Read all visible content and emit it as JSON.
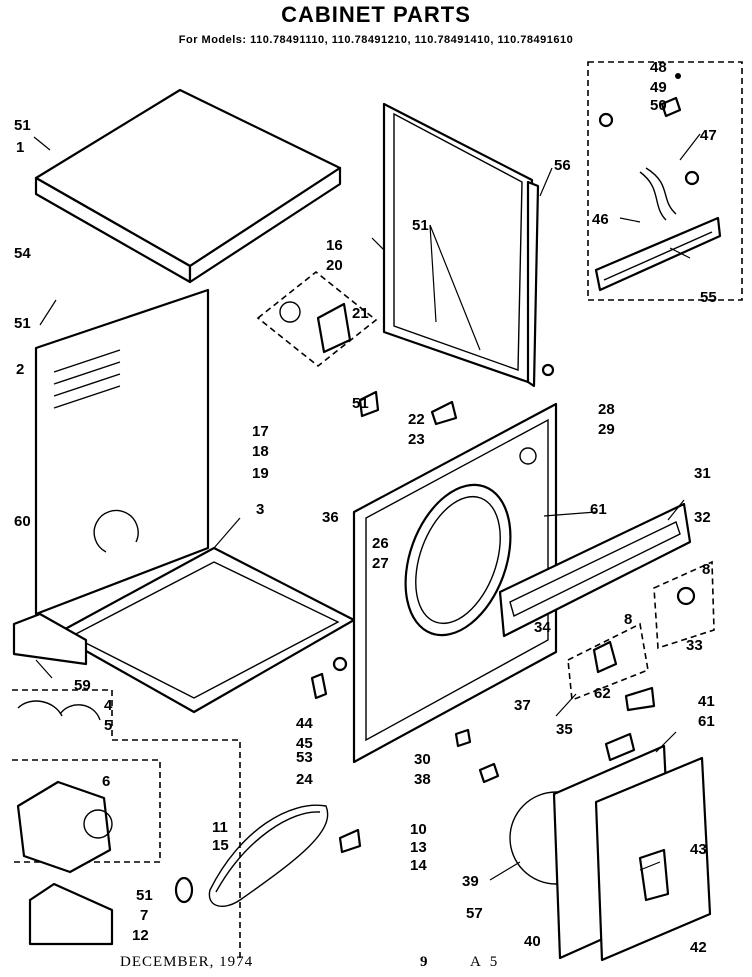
{
  "header": {
    "title": "CABINET PARTS",
    "models": "For Models: 110.78491110, 110.78491210, 110.78491410, 110.78491610"
  },
  "footer": {
    "date": "DECEMBER, 1974",
    "page_number": "9",
    "sheet_code": "A 5"
  },
  "callouts": [
    {
      "label": "48"
    },
    {
      "label": "49"
    },
    {
      "label": "50"
    },
    {
      "label": "47"
    },
    {
      "label": "46"
    },
    {
      "label": "55"
    },
    {
      "label": "51"
    },
    {
      "label": "1"
    },
    {
      "label": "56"
    },
    {
      "label": "51"
    },
    {
      "label": "16"
    },
    {
      "label": "20"
    },
    {
      "label": "21"
    },
    {
      "label": "54"
    },
    {
      "label": "51"
    },
    {
      "label": "2"
    },
    {
      "label": "28"
    },
    {
      "label": "29"
    },
    {
      "label": "51"
    },
    {
      "label": "17"
    },
    {
      "label": "18"
    },
    {
      "label": "19"
    },
    {
      "label": "36"
    },
    {
      "label": "3"
    },
    {
      "label": "22"
    },
    {
      "label": "23"
    },
    {
      "label": "31"
    },
    {
      "label": "61"
    },
    {
      "label": "32"
    },
    {
      "label": "8"
    },
    {
      "label": "60"
    },
    {
      "label": "26"
    },
    {
      "label": "27"
    },
    {
      "label": "34"
    },
    {
      "label": "8"
    },
    {
      "label": "33"
    },
    {
      "label": "59"
    },
    {
      "label": "62"
    },
    {
      "label": "4"
    },
    {
      "label": "5"
    },
    {
      "label": "44"
    },
    {
      "label": "45"
    },
    {
      "label": "53"
    },
    {
      "label": "24"
    },
    {
      "label": "37"
    },
    {
      "label": "41"
    },
    {
      "label": "61"
    },
    {
      "label": "35"
    },
    {
      "label": "6"
    },
    {
      "label": "30"
    },
    {
      "label": "38"
    },
    {
      "label": "11"
    },
    {
      "label": "15"
    },
    {
      "label": "10"
    },
    {
      "label": "13"
    },
    {
      "label": "14"
    },
    {
      "label": "43"
    },
    {
      "label": "51"
    },
    {
      "label": "7"
    },
    {
      "label": "12"
    },
    {
      "label": "39"
    },
    {
      "label": "57"
    },
    {
      "label": "40"
    },
    {
      "label": "42"
    }
  ]
}
